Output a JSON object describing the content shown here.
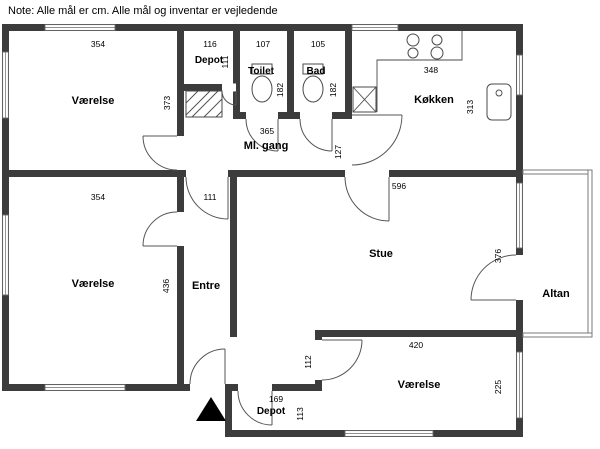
{
  "note": "Note: Alle mål er cm. Alle mål og inventar er vejledende",
  "rooms": {
    "vaerelse_top_left": "Værelse",
    "depot_top": "Depot",
    "toilet": "Toilet",
    "bad": "Bad",
    "koekken": "Køkken",
    "ml_gang": "Ml. gang",
    "vaerelse_mid_left": "Værelse",
    "entre": "Entre",
    "stue": "Stue",
    "altan": "Altan",
    "vaerelse_bottom": "Værelse",
    "depot_bottom": "Depot"
  },
  "dims": {
    "vaerelse_top_width": "354",
    "depot_top_width": "116",
    "toilet_width": "107",
    "bad_width": "105",
    "koekken_width": "348",
    "depot_top_depth": "111",
    "vaerelse_top_height": "373",
    "toilet_depth": "182",
    "bad_depth": "182",
    "koekken_depth": "313",
    "ml_gang_width": "365",
    "koekken_opening": "127",
    "stue_width": "596",
    "vaerelse_mid_width": "354",
    "entre_width": "111",
    "vaerelse_mid_height": "436",
    "stue_depth": "376",
    "vaerelse_bottom_width": "420",
    "passage_depth": "112",
    "vaerelse_bottom_depth": "225",
    "depot_bottom_width": "169",
    "depot_bottom_depth": "113"
  },
  "colors": {
    "wall": "#3c3c3c",
    "line": "#555555",
    "text": "#000000",
    "background": "#ffffff"
  }
}
